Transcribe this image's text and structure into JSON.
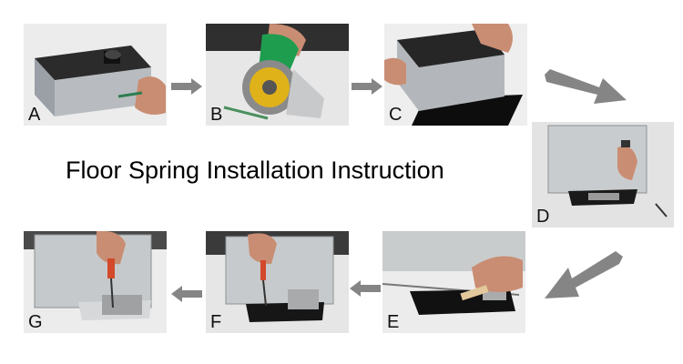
{
  "title": "Floor Spring Installation Instruction",
  "steps": [
    {
      "letter": "A"
    },
    {
      "letter": "B"
    },
    {
      "letter": "C"
    },
    {
      "letter": "D"
    },
    {
      "letter": "E"
    },
    {
      "letter": "F"
    },
    {
      "letter": "G"
    }
  ],
  "colors": {
    "arrow": "#858585",
    "background": "#ffffff",
    "photo_bg": "#e9e9e9"
  },
  "icons": [
    "arrow-right-icon",
    "arrow-left-icon",
    "arrow-diagonal-down-right-icon",
    "arrow-diagonal-down-left-icon"
  ]
}
